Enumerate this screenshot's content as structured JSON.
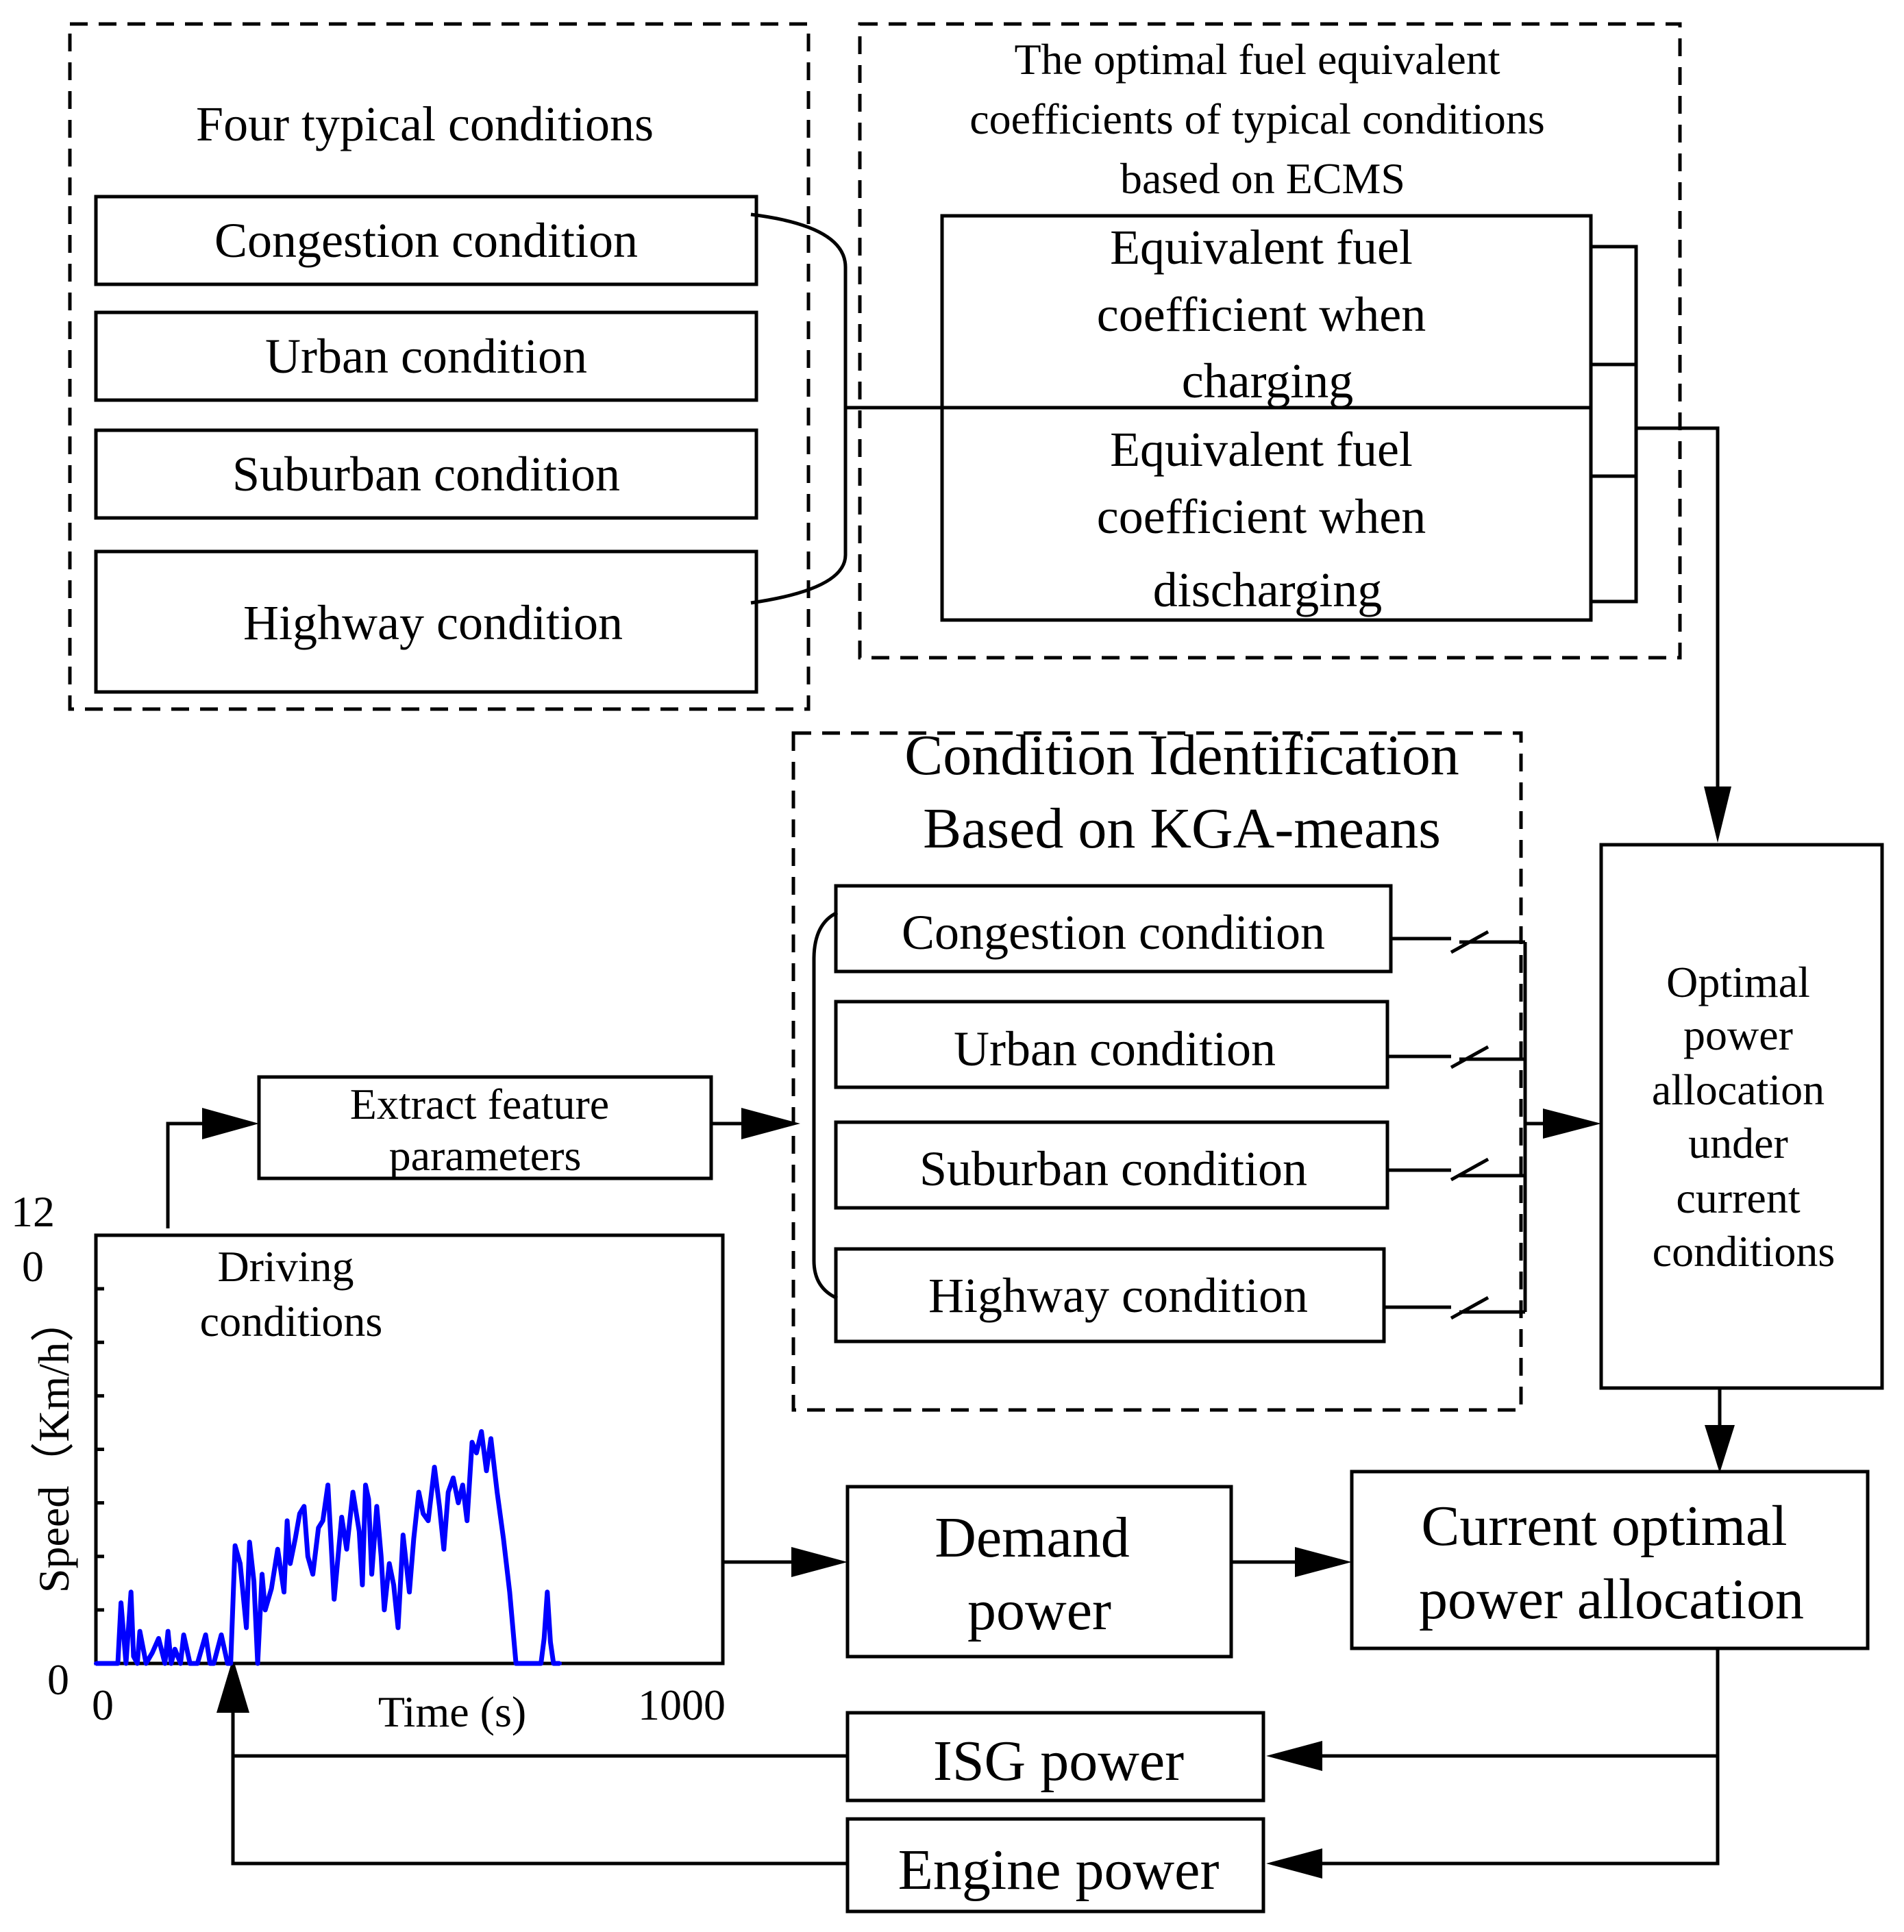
{
  "typical_conditions": {
    "title": "Four typical conditions",
    "items": [
      "Congestion condition",
      "Urban condition",
      "Suburban condition",
      "Highway condition"
    ]
  },
  "ecms": {
    "title_lines": [
      "The optimal fuel equivalent",
      "coefficients of typical  conditions",
      "based on ECMS"
    ],
    "charging_lines": [
      "Equivalent fuel",
      "coefficient when",
      "charging"
    ],
    "discharging_lines": [
      "Equivalent fuel",
      "coefficient when",
      "discharging"
    ]
  },
  "identification": {
    "title_lines": [
      "Condition Identification",
      "Based on KGA-means"
    ],
    "items": [
      "Congestion condition",
      "Urban condition",
      "Suburban condition",
      "Highway condition"
    ]
  },
  "extract": {
    "lines": [
      "Extract feature",
      "parameters"
    ]
  },
  "optimal_allocation": {
    "lines": [
      "Optimal",
      "power",
      "allocation",
      "under",
      "current",
      "conditions"
    ]
  },
  "demand_power": {
    "lines": [
      "Demand",
      "power"
    ]
  },
  "current_allocation": {
    "lines": [
      "Current optimal",
      "power allocation"
    ]
  },
  "isg_power": {
    "label": "ISG power"
  },
  "engine_power": {
    "label": "Engine power"
  },
  "colors": {
    "speed_trace": "#0000ff",
    "lines": "#000000"
  },
  "chart_data": {
    "type": "line",
    "annotation_lines": [
      "Driving",
      "conditions"
    ],
    "xlabel": "Time (s)",
    "ylabel": "Speed（Km/h）",
    "x_tick_labels": [
      "0",
      "1000"
    ],
    "y_tick_labels": [
      "0",
      "12",
      "0"
    ],
    "xlim": [
      0,
      1000
    ],
    "ylim": [
      0,
      120
    ],
    "series": [
      {
        "x": [
          0,
          35,
          40,
          48,
          56,
          60,
          66,
          70,
          80,
          90,
          100,
          110,
          115,
          120,
          126,
          135,
          140,
          150,
          162,
          175,
          182,
          188,
          200,
          210,
          215,
          222,
          230,
          240,
          245,
          252,
          258,
          265,
          270,
          280,
          290,
          300,
          305,
          310,
          318,
          325,
          332,
          338,
          346,
          355,
          362,
          370,
          380,
          392,
          400,
          410,
          420,
          425,
          430,
          435,
          440,
          448,
          455,
          460,
          468,
          475,
          482,
          490,
          500,
          507,
          515,
          522,
          530,
          540,
          548,
          555,
          562,
          570,
          578,
          585,
          592,
          600,
          607,
          615,
          623,
          630,
          640,
          650,
          660,
          670,
          680,
          690,
          700,
          710,
          715,
          720,
          725,
          730,
          740
        ],
        "y": [
          0,
          0,
          17,
          0,
          20,
          2,
          0,
          9,
          0,
          3,
          7,
          0,
          9,
          0,
          4,
          0,
          8,
          0,
          0,
          8,
          0,
          0,
          8,
          0,
          0,
          33,
          28,
          10,
          34,
          23,
          0,
          25,
          15,
          21,
          32,
          20,
          40,
          28,
          35,
          42,
          44,
          30,
          25,
          38,
          40,
          50,
          18,
          41,
          32,
          48,
          37,
          22,
          50,
          46,
          25,
          44,
          30,
          15,
          28,
          22,
          10,
          36,
          20,
          35,
          48,
          42,
          40,
          55,
          44,
          32,
          48,
          52,
          45,
          50,
          40,
          62,
          59,
          65,
          54,
          63,
          48,
          35,
          20,
          0,
          0,
          0,
          0,
          0,
          7,
          20,
          6,
          0,
          0
        ]
      }
    ]
  }
}
